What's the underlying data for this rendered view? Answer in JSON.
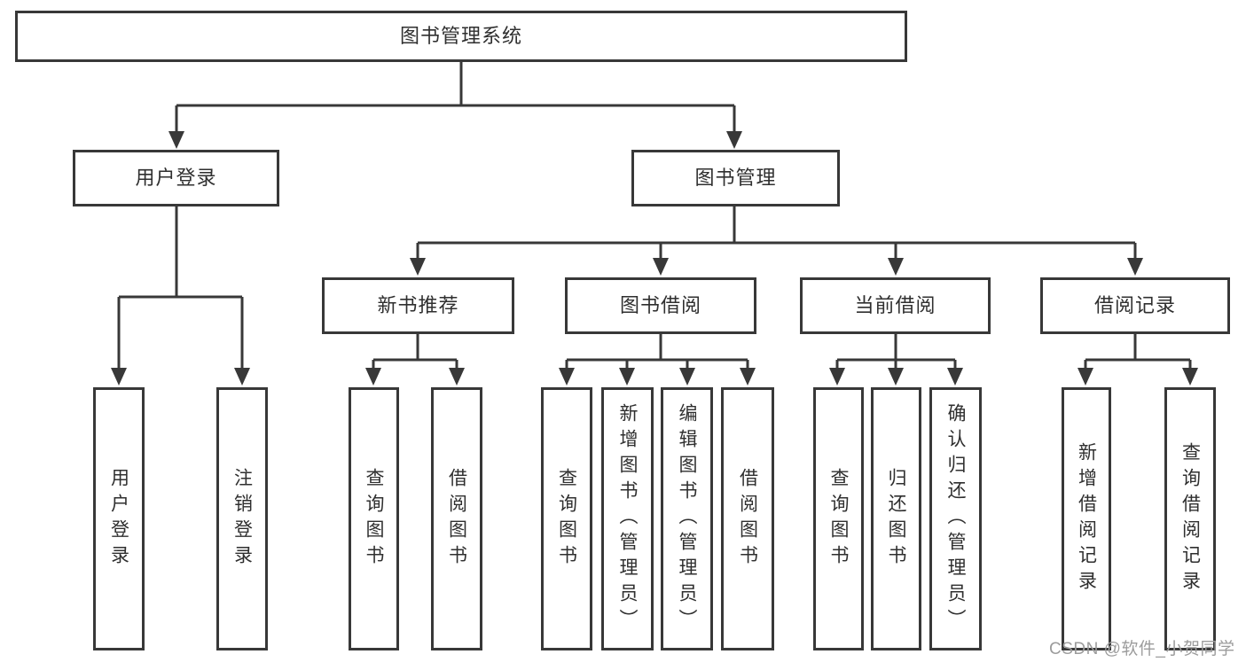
{
  "colors": {
    "line": "#383838",
    "box_border": "#383838",
    "text": "#2f2f2f",
    "watermark": "#9c9c9c",
    "background": "#ffffff"
  },
  "nodes": {
    "root": {
      "label": "图书管理系统"
    },
    "level2": [
      {
        "label": "用户登录"
      },
      {
        "label": "图书管理"
      }
    ],
    "level3": [
      {
        "label": "新书推荐"
      },
      {
        "label": "图书借阅"
      },
      {
        "label": "当前借阅"
      },
      {
        "label": "借阅记录"
      }
    ],
    "leaves": {
      "user_login": [
        {
          "label": "用户登录"
        },
        {
          "label": "注销登录"
        }
      ],
      "new_book_recommend": [
        {
          "label": "查询图书"
        },
        {
          "label": "借阅图书"
        }
      ],
      "book_borrow": [
        {
          "label": "查询图书"
        },
        {
          "label": "新增图书（管理员）"
        },
        {
          "label": "编辑图书（管理员）"
        },
        {
          "label": "借阅图书"
        }
      ],
      "current_borrow": [
        {
          "label": "查询图书"
        },
        {
          "label": "归还图书"
        },
        {
          "label": "确认归还（管理员）"
        }
      ],
      "borrow_records": [
        {
          "label": "新增借阅记录"
        },
        {
          "label": "查询借阅记录"
        }
      ]
    }
  },
  "watermark": "CSDN @软件_小贺同学"
}
